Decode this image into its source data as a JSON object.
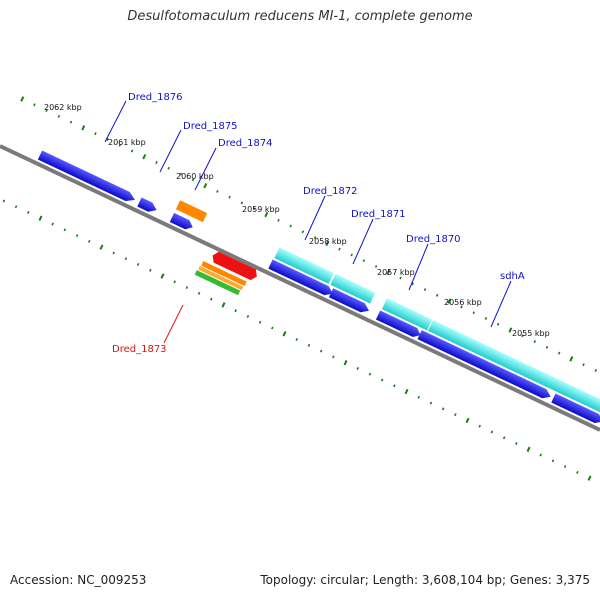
{
  "title": "Desulfotomaculum reducens MI-1, complete genome",
  "footer": {
    "accession": "Accession: NC_009253",
    "stats": "Topology: circular; Length: 3,608,104 bp; Genes: 3,375"
  },
  "colors": {
    "backbone": "#7a7a7a",
    "tick": "#1a7a1a",
    "cds": "#1111dd",
    "operon": "#22dddd",
    "label_blue": "#1111cc",
    "label_red": "#dd1111",
    "gene_red": "#ee1111",
    "gene_orange": "#ff8800",
    "gene_green": "#33bb33"
  },
  "coordinates": [
    "2062 kbp",
    "2061 kbp",
    "2060 kbp",
    "2059 kbp",
    "2058 kbp",
    "2057 kbp",
    "2056 kbp",
    "2055 kbp"
  ],
  "genes": [
    {
      "name": "Dred_1876",
      "color": "blue"
    },
    {
      "name": "Dred_1875",
      "color": "blue"
    },
    {
      "name": "Dred_1874",
      "color": "blue"
    },
    {
      "name": "Dred_1873",
      "color": "red"
    },
    {
      "name": "Dred_1872",
      "color": "blue"
    },
    {
      "name": "Dred_1871",
      "color": "blue"
    },
    {
      "name": "Dred_1870",
      "color": "blue"
    },
    {
      "name": "sdhA",
      "color": "blue"
    }
  ]
}
